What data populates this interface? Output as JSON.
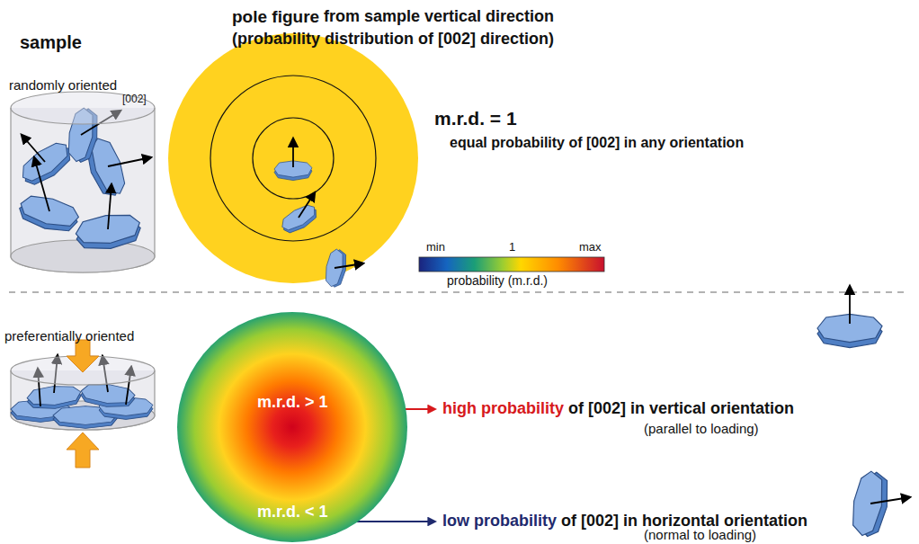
{
  "diagram": {
    "nodes": [
      {
        "text": [
          "m.r.d. > 1",
          "m.r.d. < 1"
        ]
      }
    ],
    "labels": [
      "sample",
      "pole figure",
      "from sample vertical direction",
      "(probability distribution of [002] direction)",
      "randomly oriented",
      "[002]",
      "m.r.d. = 1",
      "equal probability of [002] in any orientation",
      "min",
      "1",
      "max",
      "probability (m.r.d.)",
      "preferentially oriented",
      "high probability",
      "of [002] in vertical orientation",
      "(parallel to loading)",
      "low probability",
      "of [002] in horizontal orientation",
      "(normal to loading)"
    ]
  }
}
